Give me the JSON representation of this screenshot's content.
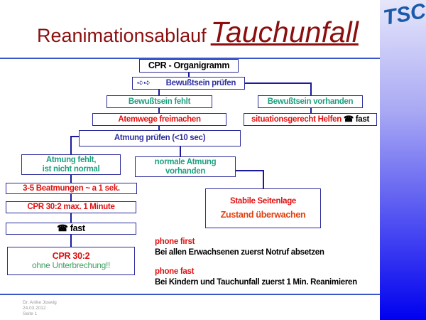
{
  "title": {
    "main": "Reanimationsablauf",
    "emphasis": "Tauchunfall"
  },
  "logo": "TSC",
  "chart": {
    "root": "CPR - Organigramm",
    "arrows": "➪➪",
    "check": "Bewußtsein prüfen",
    "unconscious": "Bewußtsein fehlt",
    "conscious": "Bewußtsein vorhanden",
    "airway": "Atemwege freimachen",
    "help": "situationsgerecht Helfen",
    "help_fast": "fast",
    "breath_check": "Atmung prüfen (<10 sec)",
    "no_breath_1": "Atmung fehlt,",
    "no_breath_2": "ist nicht normal",
    "normal_breath_1": "normale Atmung",
    "normal_breath_2": "vorhanden",
    "rescue_breaths": "3-5 Beatmungen ~ a 1 sek.",
    "cpr_minute": "CPR 30:2 max. 1 Minute",
    "call_fast": "fast",
    "cpr": "CPR 30:2",
    "cpr_continuous": "ohne Unterbrechung!!",
    "recovery": "Stabile Seitenlage",
    "monitor": "Zustand überwachen"
  },
  "notes": [
    {
      "head": "phone first",
      "text": "Bei allen Erwachsenen zuerst Notruf absetzen"
    },
    {
      "head": "phone fast",
      "text": "Bei Kindern und Tauchunfall zuerst 1 Min. Reanimieren"
    }
  ],
  "footer": {
    "author": "Dr. Anike Joswig",
    "date": "24.03.2012",
    "page": "Seite 1"
  }
}
